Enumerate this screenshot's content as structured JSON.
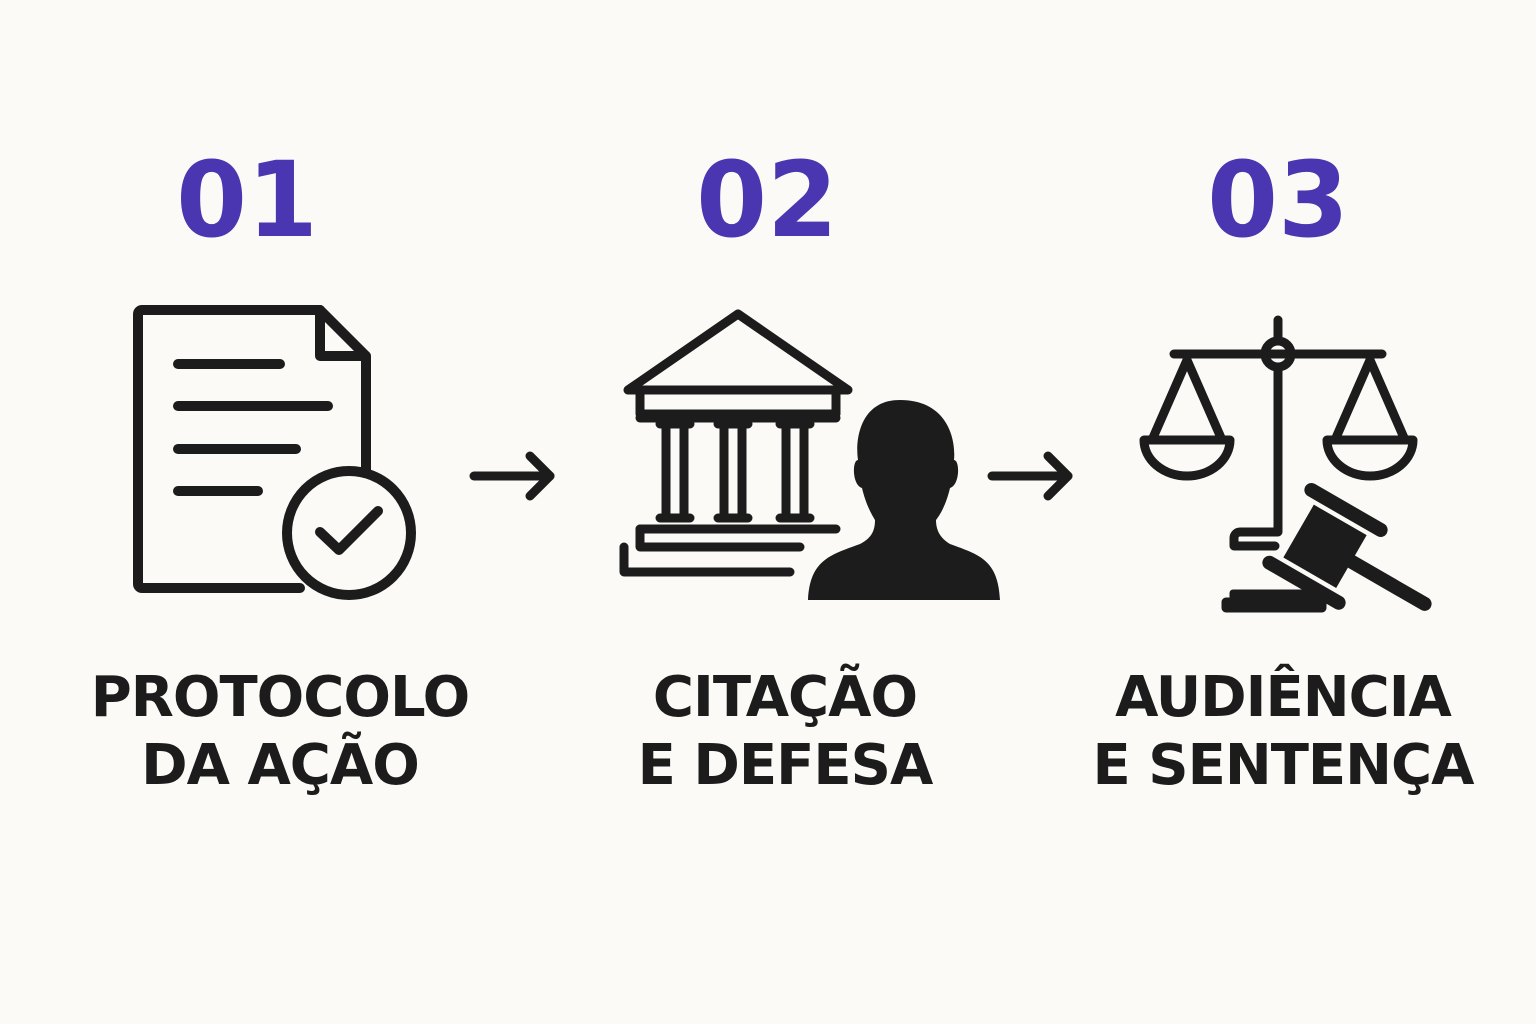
{
  "colors": {
    "background": "#fbfaf6",
    "number": "#4a36b0",
    "ink": "#1c1c1c"
  },
  "steps": [
    {
      "number": "01",
      "icon": "document-check-icon",
      "label_line1": "PROTOCOLO",
      "label_line2": "DA AÇÃO"
    },
    {
      "number": "02",
      "icon": "courthouse-person-icon",
      "label_line1": "CITAÇÃO",
      "label_line2": "E DEFESA"
    },
    {
      "number": "03",
      "icon": "scales-gavel-icon",
      "label_line1": "AUDIÊNCIA",
      "label_line2": "E SENTENÇA"
    }
  ],
  "connectors": [
    "arrow-right-icon",
    "arrow-right-icon"
  ]
}
